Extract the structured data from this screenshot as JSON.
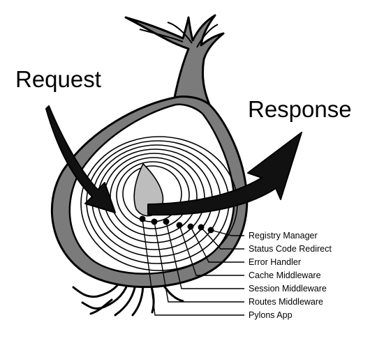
{
  "title_request": "Request",
  "title_response": "Response",
  "layers": [
    "Registry Manager",
    "Status Code Redirect",
    "Error Handler",
    "Cache Middleware",
    "Session Middleware",
    "Routes Middleware",
    "Pylons App"
  ],
  "colors": {
    "skin": "#7b7b7b",
    "flesh": "#ffffff",
    "outline": "#000000",
    "arrow": "#111111",
    "core": "#bdbdbd"
  }
}
